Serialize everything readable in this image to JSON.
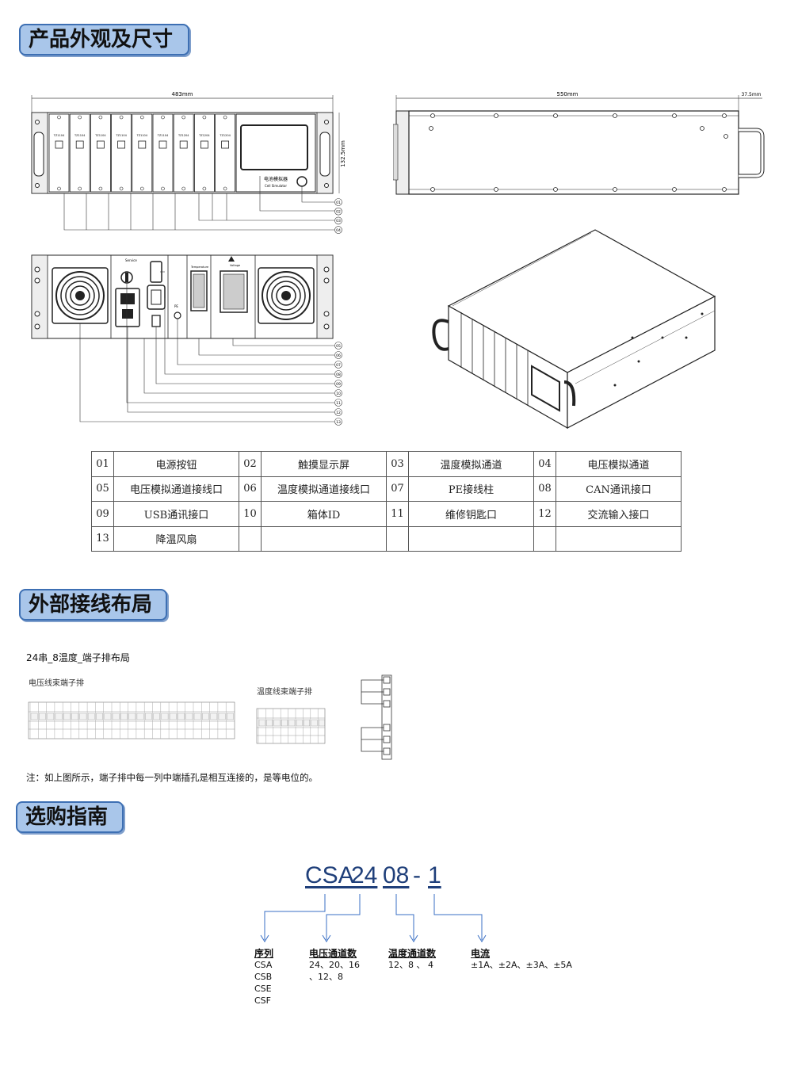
{
  "sections": {
    "appearance": "产品外观及尺寸",
    "wiring": "外部接线布局",
    "selection": "选购指南"
  },
  "drawing": {
    "width_label": "483mm",
    "height_label": "132.5mm",
    "depth_label": "550mm",
    "handle_label": "37.5mm",
    "front_callouts": [
      "01",
      "02",
      "03",
      "04"
    ],
    "rear_callouts": [
      "05",
      "06",
      "07",
      "08",
      "09",
      "10",
      "11",
      "12",
      "13"
    ],
    "module_labels": [
      "TZ1104",
      "TZ1104",
      "TZ1104",
      "TZ1104",
      "TZ1104",
      "TZ1104",
      "TZ1204",
      "TZ1204",
      "TZ1204"
    ],
    "screen_label": "电池模拟器",
    "screen_sub": "Cell Simulator",
    "rear_labels": [
      "Service",
      "Temperature",
      "Voltage",
      "PE"
    ]
  },
  "spec_table": [
    [
      {
        "num": "01",
        "label": "电源按钮"
      },
      {
        "num": "02",
        "label": "触摸显示屏"
      },
      {
        "num": "03",
        "label": "温度模拟通道"
      },
      {
        "num": "04",
        "label": "电压模拟通道"
      }
    ],
    [
      {
        "num": "05",
        "label": "电压模拟通道接线口"
      },
      {
        "num": "06",
        "label": "温度模拟通道接线口"
      },
      {
        "num": "07",
        "label": "PE接线柱"
      },
      {
        "num": "08",
        "label": "CAN通讯接口"
      }
    ],
    [
      {
        "num": "09",
        "label": "USB通讯接口"
      },
      {
        "num": "10",
        "label": "箱体ID"
      },
      {
        "num": "11",
        "label": "维修钥匙口"
      },
      {
        "num": "12",
        "label": "交流输入接口"
      }
    ],
    [
      {
        "num": "13",
        "label": "降温风扇"
      },
      {
        "num": "",
        "label": ""
      },
      {
        "num": "",
        "label": ""
      },
      {
        "num": "",
        "label": ""
      }
    ]
  ],
  "wiring": {
    "title": "24串_8温度_端子排布局",
    "voltage_block": "电压线束端子排",
    "temp_block": "温度线束端子排",
    "note": "注：如上图所示，端子排中每一列中端插孔是相互连接的，是等电位的。"
  },
  "model": {
    "parts": [
      "CSA",
      "24",
      "08",
      "1"
    ],
    "separator": "-"
  },
  "guide": {
    "series": {
      "head": "序列",
      "values": "CSA\nCSB\nCSE\nCSF"
    },
    "voltage": {
      "head": "电压通道数",
      "values": "24、20、16\n、12、8"
    },
    "temp": {
      "head": "温度通道数",
      "values": "12、8 、 4"
    },
    "current": {
      "head": "电流",
      "values": "±1A、±2A、±3A、±5A"
    }
  },
  "colors": {
    "title_bg": "#a9c6ea",
    "title_border": "#3d6fb3",
    "model_text": "#1f3f7a",
    "arrow": "#3a6fc4"
  }
}
